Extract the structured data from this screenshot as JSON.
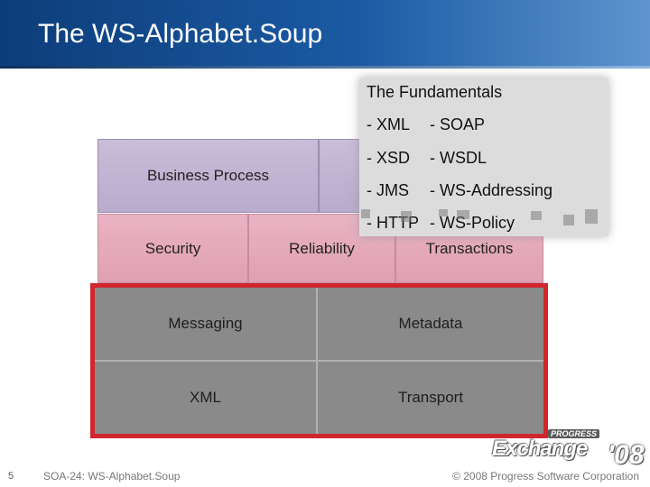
{
  "slide": {
    "title": "The WS-Alphabet.Soup",
    "page_number": "5",
    "footer_center": "SOA-24: WS-Alphabet.Soup",
    "footer_right": "© 2008 Progress Software Corporation"
  },
  "stack": {
    "row1": [
      "Business Process"
    ],
    "row2": [
      "Security",
      "Reliability",
      "Transactions"
    ],
    "row3": [
      "Messaging",
      "Metadata"
    ],
    "row4": [
      "XML",
      "Transport"
    ]
  },
  "fundamentals": {
    "heading": "The Fundamentals",
    "rows": [
      {
        "left": "- XML",
        "right": "-  SOAP"
      },
      {
        "left": "- XSD",
        "right": "-  WSDL"
      },
      {
        "left": "- JMS",
        "right": "-  WS-Addressing"
      },
      {
        "left": "- HTTP",
        "right": "-  WS-Policy"
      }
    ]
  },
  "logo": {
    "brand_top": "PROGRESS",
    "brand_main": "Exchange",
    "brand_year": "'08"
  },
  "colors": {
    "title_bar": "#1b5aa3",
    "highlight_border": "#d0262e",
    "purple_layer": "#c0b3d3",
    "pink_layer": "#e4a9ba",
    "grey_layer": "#8a8a8a"
  }
}
